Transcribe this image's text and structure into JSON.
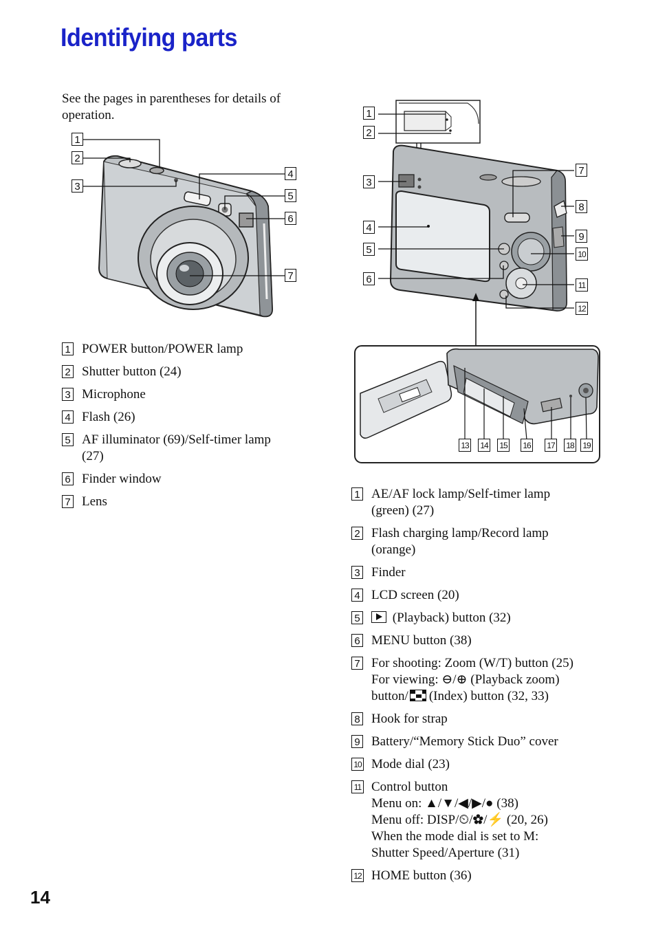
{
  "header": {
    "title": "Identifying parts"
  },
  "intro": "See the pages in parentheses for details of operation.",
  "page_number": "14",
  "front_items": [
    {
      "n": "1",
      "lines": [
        "POWER button/POWER lamp"
      ]
    },
    {
      "n": "2",
      "lines": [
        "Shutter button (24)"
      ]
    },
    {
      "n": "3",
      "lines": [
        "Microphone"
      ]
    },
    {
      "n": "4",
      "lines": [
        "Flash (26)"
      ]
    },
    {
      "n": "5",
      "lines": [
        "AF illuminator (69)/Self-timer lamp",
        "(27)"
      ]
    },
    {
      "n": "6",
      "lines": [
        "Finder window"
      ]
    },
    {
      "n": "7",
      "lines": [
        "Lens"
      ]
    }
  ],
  "back_items": [
    {
      "n": "1",
      "lines": [
        "AE/AF lock lamp/Self-timer lamp",
        "(green) (27)"
      ]
    },
    {
      "n": "2",
      "lines": [
        "Flash charging lamp/Record lamp",
        "(orange)"
      ]
    },
    {
      "n": "3",
      "lines": [
        "Finder"
      ]
    },
    {
      "n": "4",
      "lines": [
        "LCD screen (20)"
      ]
    },
    {
      "n": "5",
      "lines": [
        "(Playback) button (32)"
      ]
    },
    {
      "n": "6",
      "lines": [
        "MENU button (38)"
      ]
    },
    {
      "n": "7",
      "lines": [
        "For shooting: Zoom (W/T) button (25)",
        "For viewing: ⊖/⊕ (Playback zoom)",
        "button/",
        "(Index) button (32, 33)"
      ]
    },
    {
      "n": "8",
      "lines": [
        "Hook for strap"
      ]
    },
    {
      "n": "9",
      "lines": [
        "Battery/“Memory Stick Duo” cover"
      ]
    },
    {
      "n": "10",
      "lines": [
        "Mode dial (23)"
      ]
    },
    {
      "n": "11",
      "lines": [
        "Control button",
        "Menu on: ▲/▼/◀/▶/● (38)",
        "Menu off: DISP/⏲/✿/⚡ (20, 26)",
        "When the mode dial is set to M:",
        "Shutter Speed/Aperture (31)"
      ]
    },
    {
      "n": "12",
      "lines": [
        "HOME button (36)"
      ]
    }
  ],
  "front_callouts": [
    "1",
    "2",
    "3",
    "4",
    "5",
    "6",
    "7"
  ],
  "back_callouts": [
    "1",
    "2",
    "3",
    "4",
    "5",
    "6",
    "7",
    "8",
    "9",
    "10",
    "11",
    "12"
  ],
  "bottom_callouts": [
    "13",
    "14",
    "15",
    "16",
    "17",
    "18",
    "19"
  ],
  "colors": {
    "title": "#1a23c8"
  }
}
